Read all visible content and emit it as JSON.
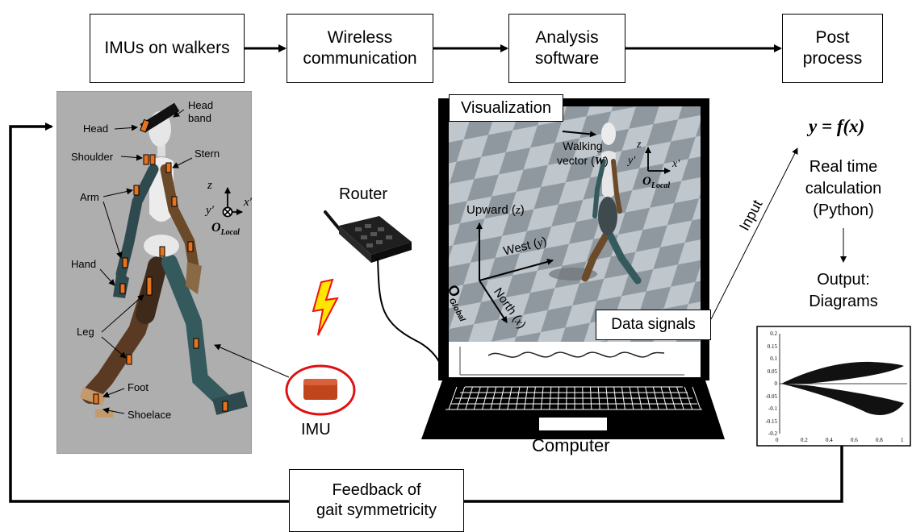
{
  "flow": {
    "imus_on_walkers": "IMUs on walkers",
    "wireless_line1": "Wireless",
    "wireless_line2": "communication",
    "analysis_line1": "Analysis",
    "analysis_line2": "software",
    "post_line1": "Post",
    "post_line2": "process"
  },
  "body_labels": {
    "head": "Head",
    "head_band_line1": "Head",
    "head_band_line2": "band",
    "shoulder": "Shoulder",
    "stern": "Stern",
    "arm": "Arm",
    "hand": "Hand",
    "leg": "Leg",
    "foot": "Foot",
    "shoelace": "Shoelace"
  },
  "local_axes": {
    "z": "z",
    "y": "y′",
    "x": "x′",
    "origin": "O",
    "origin_sub": "Local"
  },
  "devices": {
    "router": "Router",
    "imu": "IMU",
    "computer": "Computer"
  },
  "screen": {
    "visualization": "Visualization",
    "walking_line1": "Walking",
    "walking_line2": "vector (",
    "walking_var": "W",
    "walking_close": ")",
    "upward": "Upward (",
    "upward_var": "z",
    "west": "West (",
    "west_var": "y",
    "north": "North (",
    "north_var": "x",
    "paren_close": ")",
    "global_origin": "O",
    "global_sub": "Global",
    "data_signals": "Data signals",
    "screen_axis_z": "z",
    "screen_axis_y": "y′",
    "screen_axis_x": "x′",
    "screen_origin": "O",
    "screen_origin_sub": "Local"
  },
  "right": {
    "formula": "y = f(x)",
    "input": "Input",
    "realtime_line1": "Real time",
    "realtime_line2": "calculation",
    "realtime_line3": "(Python)",
    "output_line1": "Output:",
    "output_line2": "Diagrams"
  },
  "plot": {
    "yticks": [
      "0.2",
      "0.15",
      "0.1",
      "0.05",
      "0",
      "-0.05",
      "-0.1",
      "-0.15",
      "-0.2"
    ],
    "xticks": [
      "0",
      "0.2",
      "0.4",
      "0.6",
      "0.8",
      "1"
    ]
  },
  "feedback": {
    "line1": "Feedback of",
    "line2": "gait symmetricity"
  }
}
